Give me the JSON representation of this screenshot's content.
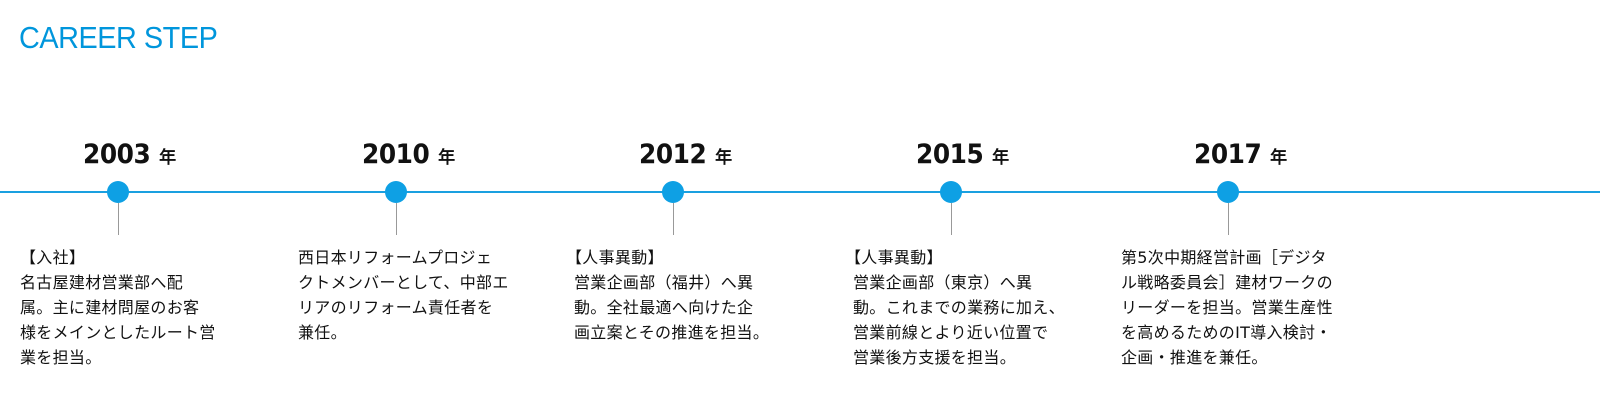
{
  "header": {
    "title": "CAREER STEP"
  },
  "milestones": [
    {
      "year": "2003",
      "unit": "年",
      "lines": [
        "【入社】",
        "名古屋建材営業部へ配",
        "属。主に建材問屋のお客",
        "様をメインとしたルート営",
        "業を担当。"
      ]
    },
    {
      "year": "2010",
      "unit": "年",
      "lines": [
        "西日本リフォームプロジェ",
        "クトメンバーとして、中部エ",
        "リアのリフォーム責任者を",
        "兼任。"
      ]
    },
    {
      "year": "2012",
      "unit": "年",
      "lines": [
        "【人事異動】",
        "営業企画部（福井）へ異",
        "動。全社最適へ向けた企",
        "画立案とその推進を担当。"
      ]
    },
    {
      "year": "2015",
      "unit": "年",
      "lines": [
        "【人事異動】",
        "営業企画部（東京）へ異",
        "動。これまでの業務に加え、",
        "営業前線とより近い位置で",
        "営業後方支援を担当。"
      ]
    },
    {
      "year": "2017",
      "unit": "年",
      "lines": [
        "第5次中期経営計画［デジタ",
        "ル戦略委員会］建材ワークの",
        "リーダーを担当。営業生産性",
        "を高めるためのIT導入検討・",
        "企画・推進を兼任。"
      ]
    }
  ],
  "colors": {
    "accent": "#0096dc",
    "timeline": "#1aa0e0",
    "stem": "#999999"
  }
}
